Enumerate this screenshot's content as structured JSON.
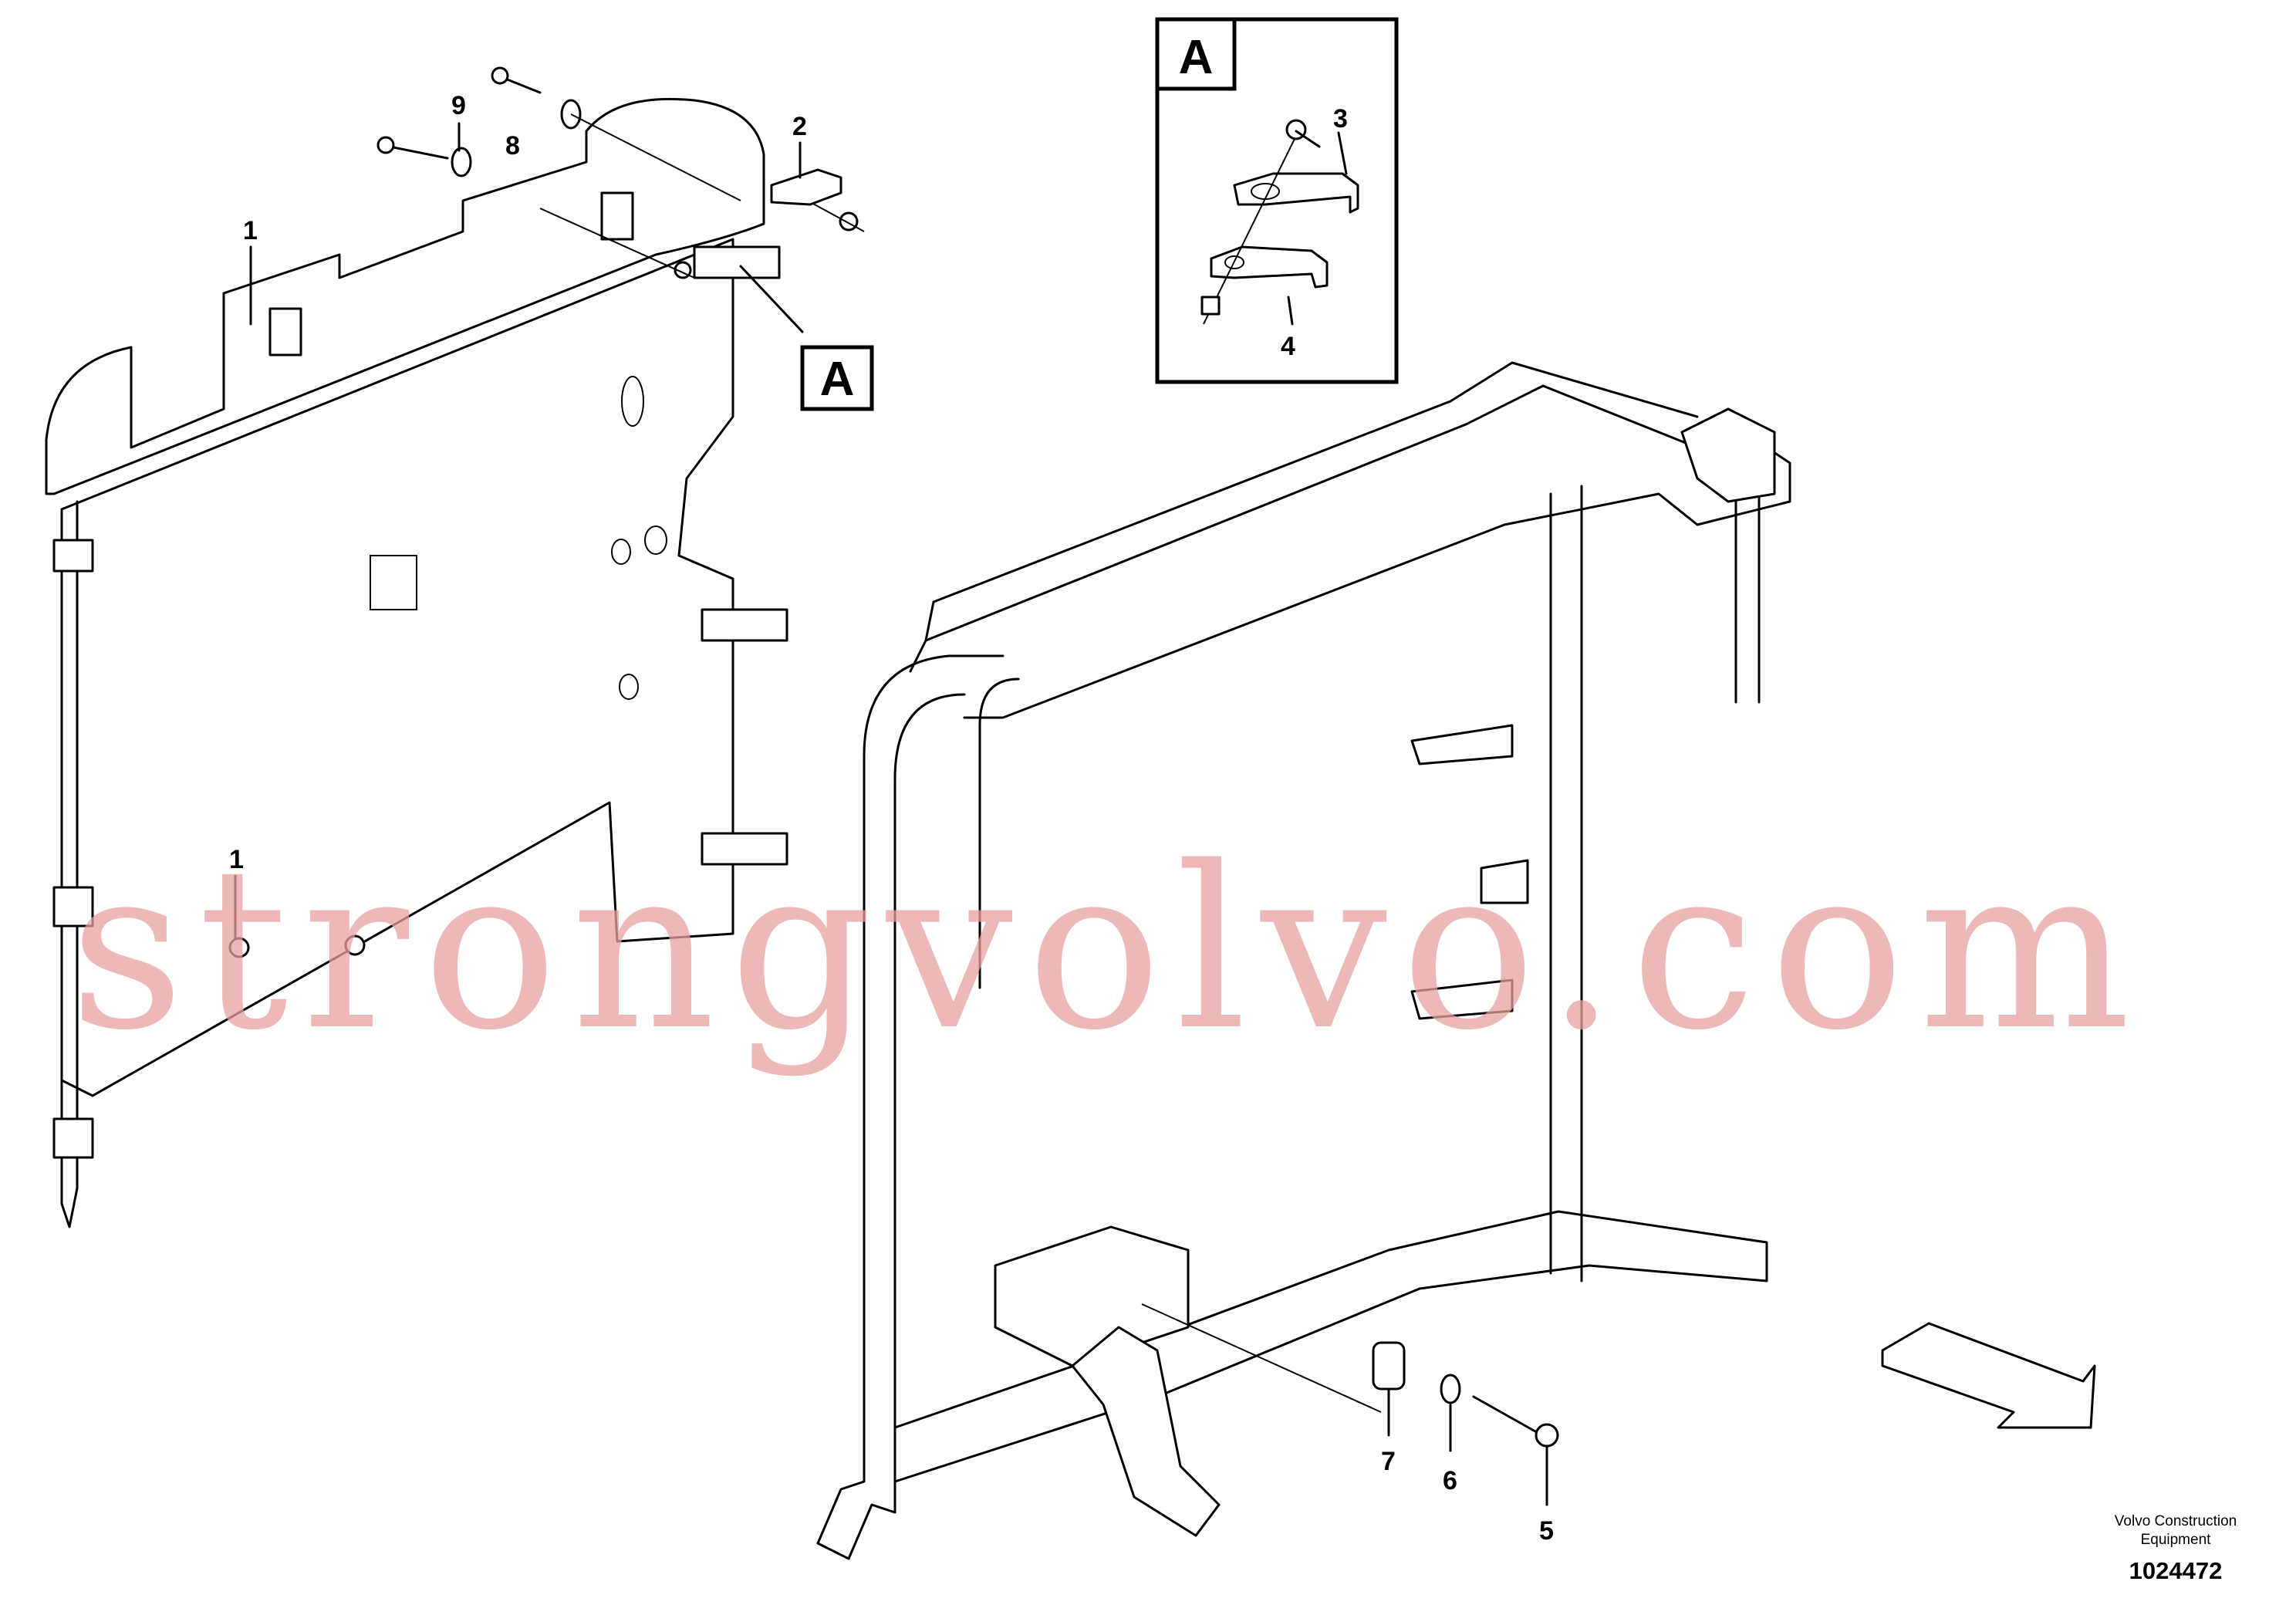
{
  "labels": {
    "p1": "1",
    "p1b": "1",
    "p2": "2",
    "p3": "3",
    "p4": "4",
    "p5": "5",
    "p6": "6",
    "p7": "7",
    "p8": "8",
    "p9": "9"
  },
  "callout": {
    "letter": "A",
    "detail_letter": "A"
  },
  "watermark": "strongvolvo.com",
  "footer": {
    "brand_line1": "Volvo Construction",
    "brand_line2": "Equipment",
    "number": "1024472"
  }
}
